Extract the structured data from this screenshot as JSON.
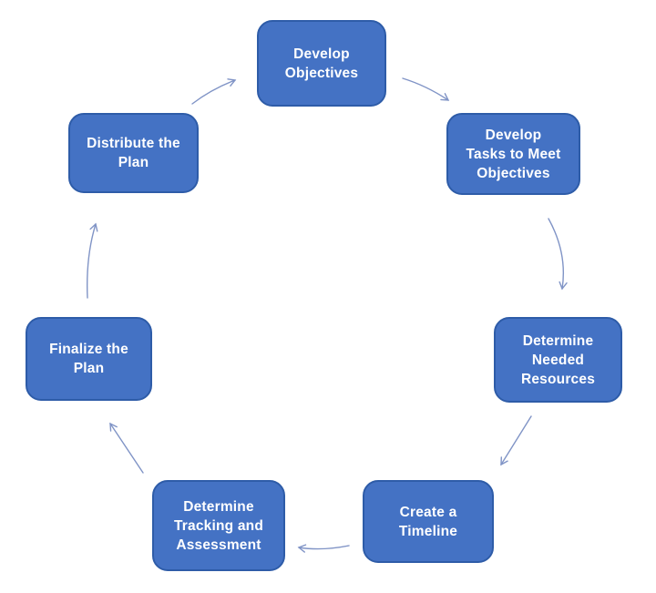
{
  "diagram": {
    "name": "Planning Cycle",
    "colors": {
      "node_fill": "#4472C4",
      "node_border": "#2E5CA8",
      "node_text": "#FFFFFF",
      "arrow": "#8094C6",
      "background": "#FFFFFF"
    },
    "nodes": [
      {
        "id": "develop-objectives",
        "label": "Develop Objectives",
        "lines": [
          "Develop",
          "Objectives"
        ]
      },
      {
        "id": "develop-tasks-to-meet-objectives",
        "label": "Develop Tasks to Meet Objectives",
        "lines": [
          "Develop",
          "Tasks to Meet",
          "Objectives"
        ]
      },
      {
        "id": "determine-needed-resources",
        "label": "Determine Needed Resources",
        "lines": [
          "Determine",
          "Needed",
          "Resources"
        ]
      },
      {
        "id": "create-a-timeline",
        "label": "Create a Timeline",
        "lines": [
          "Create a",
          "Timeline"
        ]
      },
      {
        "id": "determine-tracking-and-assessment",
        "label": "Determine Tracking and Assessment",
        "lines": [
          "Determine",
          "Tracking and",
          "Assessment"
        ]
      },
      {
        "id": "finalize-the-plan",
        "label": "Finalize the Plan",
        "lines": [
          "Finalize the",
          "Plan"
        ]
      },
      {
        "id": "distribute-the-plan",
        "label": "Distribute the Plan",
        "lines": [
          "Distribute the",
          "Plan"
        ]
      }
    ],
    "connections": [
      {
        "from": "Develop Objectives",
        "to": "Develop Tasks to Meet Objectives"
      },
      {
        "from": "Develop Tasks to Meet Objectives",
        "to": "Determine Needed Resources"
      },
      {
        "from": "Determine Needed Resources",
        "to": "Create a Timeline"
      },
      {
        "from": "Create a Timeline",
        "to": "Determine Tracking and Assessment"
      },
      {
        "from": "Determine Tracking and Assessment",
        "to": "Finalize the Plan"
      },
      {
        "from": "Finalize the Plan",
        "to": "Distribute the Plan"
      },
      {
        "from": "Distribute the Plan",
        "to": "Develop Objectives"
      }
    ]
  }
}
